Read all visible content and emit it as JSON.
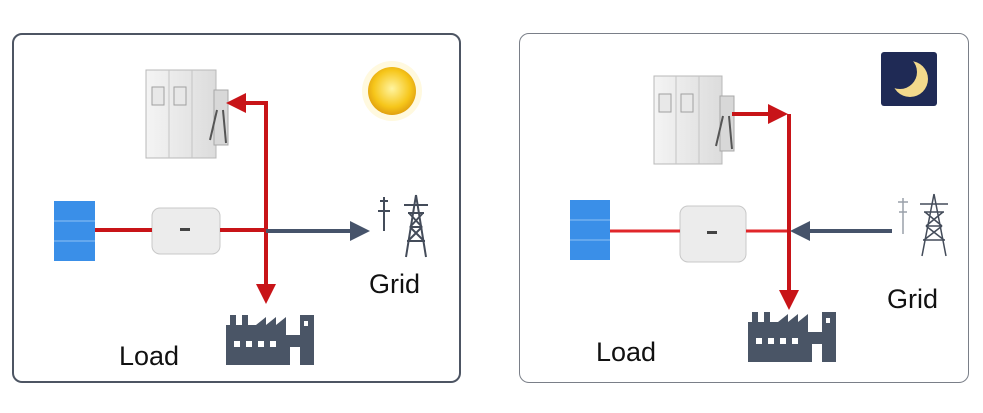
{
  "panels": [
    {
      "id": "day",
      "period_icon": "sun-icon",
      "labels": {
        "load": "Load",
        "grid": "Grid"
      }
    },
    {
      "id": "night",
      "period_icon": "moon-icon",
      "labels": {
        "load": "Load",
        "grid": "Grid"
      }
    }
  ],
  "colors": {
    "red_flow": "#c81418",
    "grid_flow": "#46536a",
    "battery_blue": "#3a8fe8",
    "panel_border": "#4d5563",
    "sun": "#f6c61a",
    "night_sky": "#1f2a55"
  },
  "icons": [
    "energy-storage-cabinet-icon",
    "solar-panel-icon",
    "inverter-icon",
    "transmission-tower-icon",
    "factory-icon"
  ]
}
